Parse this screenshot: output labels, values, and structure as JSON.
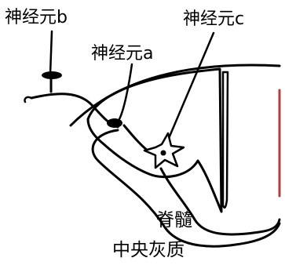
{
  "labels": {
    "neuron_b": "神经元b",
    "neuron_a": "神经元a",
    "neuron_c": "神经元c",
    "gray_matter_line1": "脊髓",
    "gray_matter_line2": "中央灰质"
  },
  "colors": {
    "ink": "#000000",
    "background": "#ffffff",
    "edge_tint": "#b04040"
  }
}
